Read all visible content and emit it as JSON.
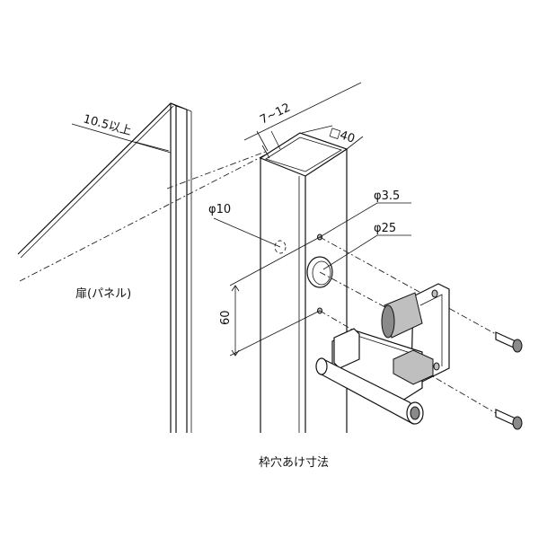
{
  "labels": {
    "gap_min": "10.5以上",
    "gap_range": "7~12",
    "square_size": "□40",
    "hole_small": "φ3.5",
    "hole_medium": "φ10",
    "hole_large": "φ25",
    "spacing": "60",
    "door_panel": "扉(パネル)",
    "caption": "枠穴あけ寸法"
  }
}
